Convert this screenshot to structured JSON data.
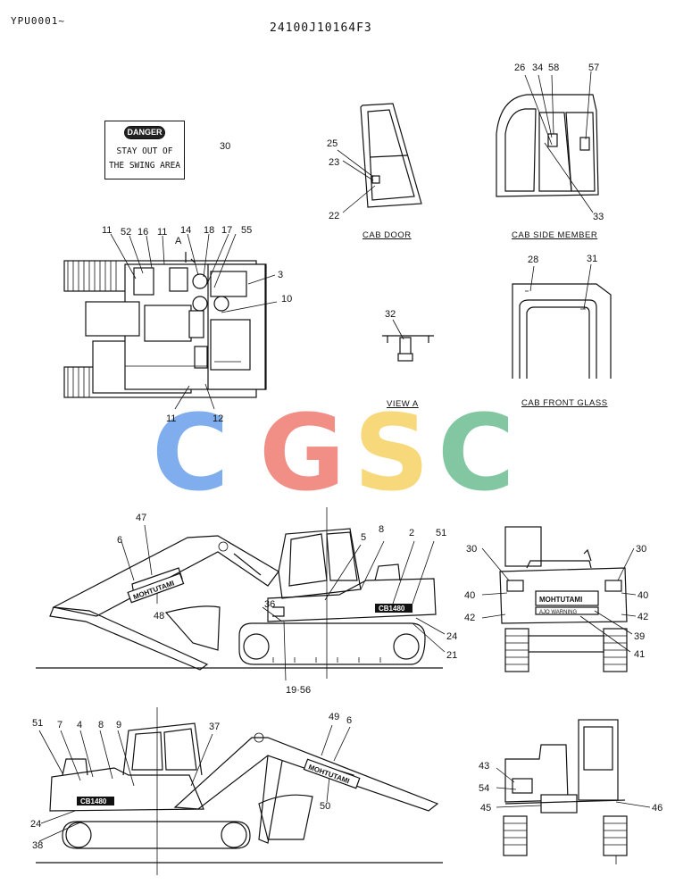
{
  "header": {
    "doc_id": "YPU0001~",
    "part_code": "24100J10164F3"
  },
  "danger_sign": {
    "badge": "DANGER",
    "line1": "STAY OUT OF",
    "line2": "THE SWING AREA"
  },
  "captions": {
    "cab_door": "CAB DOOR",
    "cab_side_member": "CAB SIDE MEMBER",
    "view_a": "VIEW A",
    "cab_front_glass": "CAB FRONT GLASS"
  },
  "decal_text": {
    "boom_logo": "MOHTUTAMI",
    "counterweight_model": "CB1480",
    "rear_logo": "MOHTUTAMI",
    "rear_sub": "AJO WARNING"
  },
  "watermark": {
    "letters": [
      "C",
      "G",
      "S",
      "C"
    ],
    "colors": [
      "#7aa9ee",
      "#f18a80",
      "#f7d776",
      "#7cc59c"
    ]
  },
  "callouts": {
    "top_view": [
      "11",
      "52",
      "16",
      "11",
      "A",
      "14",
      "18",
      "17",
      "55",
      "3",
      "10",
      "11",
      "12"
    ],
    "sign": [
      "30"
    ],
    "cab_door": [
      "25",
      "23",
      "22"
    ],
    "cab_side": [
      "26",
      "34",
      "58",
      "57",
      "33"
    ],
    "cab_front": [
      "28",
      "31"
    ],
    "view_a": [
      "32"
    ],
    "side_left": [
      "47",
      "6",
      "48",
      "36",
      "19·56",
      "5",
      "8",
      "2",
      "51",
      "24",
      "21"
    ],
    "rear_view": [
      "30",
      "30",
      "40",
      "40",
      "42",
      "42",
      "39",
      "41"
    ],
    "side_right": [
      "51",
      "7",
      "4",
      "8",
      "9",
      "37",
      "49",
      "6",
      "50",
      "24",
      "38"
    ],
    "front_view": [
      "43",
      "54",
      "45",
      "46"
    ]
  }
}
